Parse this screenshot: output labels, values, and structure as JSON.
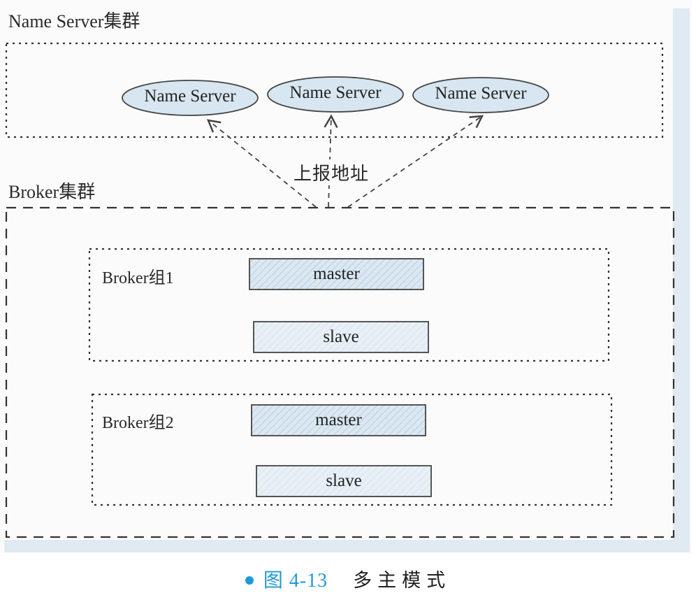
{
  "name_server_cluster": {
    "title": "Name Server集群",
    "nodes": [
      {
        "label": "Name Server"
      },
      {
        "label": "Name Server"
      },
      {
        "label": "Name Server"
      }
    ]
  },
  "report_label": "上报地址",
  "broker_cluster": {
    "title": "Broker集群",
    "groups": [
      {
        "title": "Broker组1",
        "master": "master",
        "slave": "slave"
      },
      {
        "title": "Broker组2",
        "master": "master",
        "slave": "slave"
      }
    ]
  },
  "caption": {
    "number": "图 4-13",
    "title": "多主模式"
  },
  "colors": {
    "accent": "#1e9bd7",
    "node_fill": "#d7e6f0",
    "box_fill": "#e6eff5",
    "line": "#444444"
  }
}
